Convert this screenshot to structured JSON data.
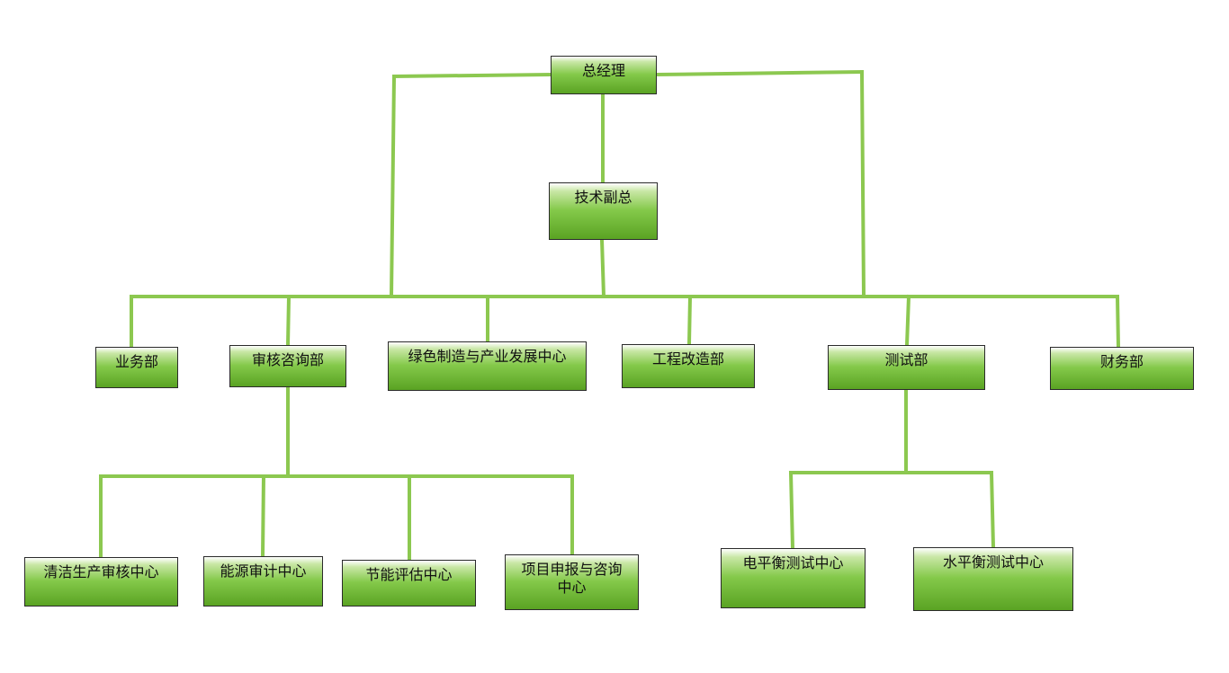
{
  "org_chart": {
    "line_color": "#8cc850",
    "node_colors": {
      "top": "#c9e7a6",
      "bottom": "#5aa323"
    },
    "nodes": {
      "general_manager": "总经理",
      "tech_deputy": "技术副总",
      "business": "业务部",
      "audit_consulting": "审核咨询部",
      "green_mfg_center": "绿色制造与产业发展中心",
      "engineering_reform": "工程改造部",
      "testing": "测试部",
      "finance": "财务部",
      "clean_production_center": "清洁生产审核中心",
      "energy_audit_center": "能源审计中心",
      "energy_saving_center": "节能评估中心",
      "project_application_center": "项目申报与咨询中心",
      "electric_balance_center": "电平衡测试中心",
      "water_balance_center": "水平衡测试中心"
    }
  }
}
